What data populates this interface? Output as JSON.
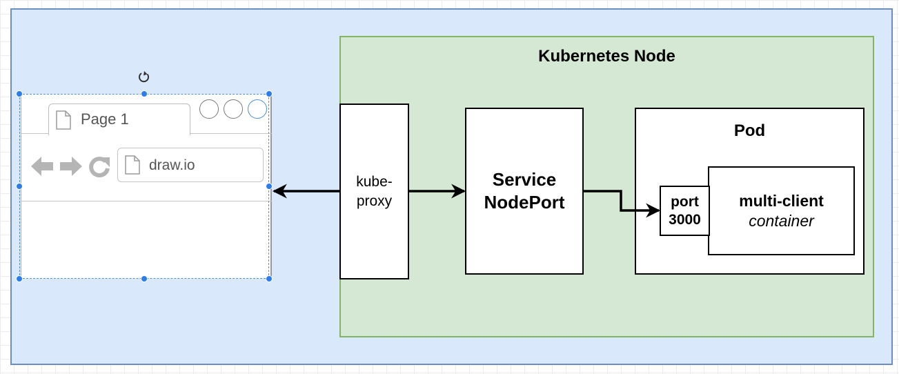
{
  "diagram": {
    "node": {
      "title": "Kubernetes Node"
    },
    "kube_proxy": {
      "line1": "kube-",
      "line2": "proxy"
    },
    "service": {
      "line1": "Service",
      "line2": "NodePort"
    },
    "pod": {
      "title": "Pod"
    },
    "port": {
      "line1": "port",
      "line2": "3000"
    },
    "container": {
      "name": "multi-client",
      "kind": "container"
    }
  },
  "browser": {
    "tab_label": "Page 1",
    "address": "draw.io"
  },
  "icons": {
    "rotate": "rotate-icon",
    "tab_page": "page-icon",
    "address_page": "page-icon",
    "back": "arrow-left-icon",
    "forward": "arrow-right-icon",
    "reload": "reload-icon"
  },
  "colors": {
    "outer_fill": "#dae8fc",
    "outer_stroke": "#6c8ebf",
    "node_fill": "#d5e8d4",
    "node_stroke": "#82b366",
    "selection": "#2b7de9"
  }
}
